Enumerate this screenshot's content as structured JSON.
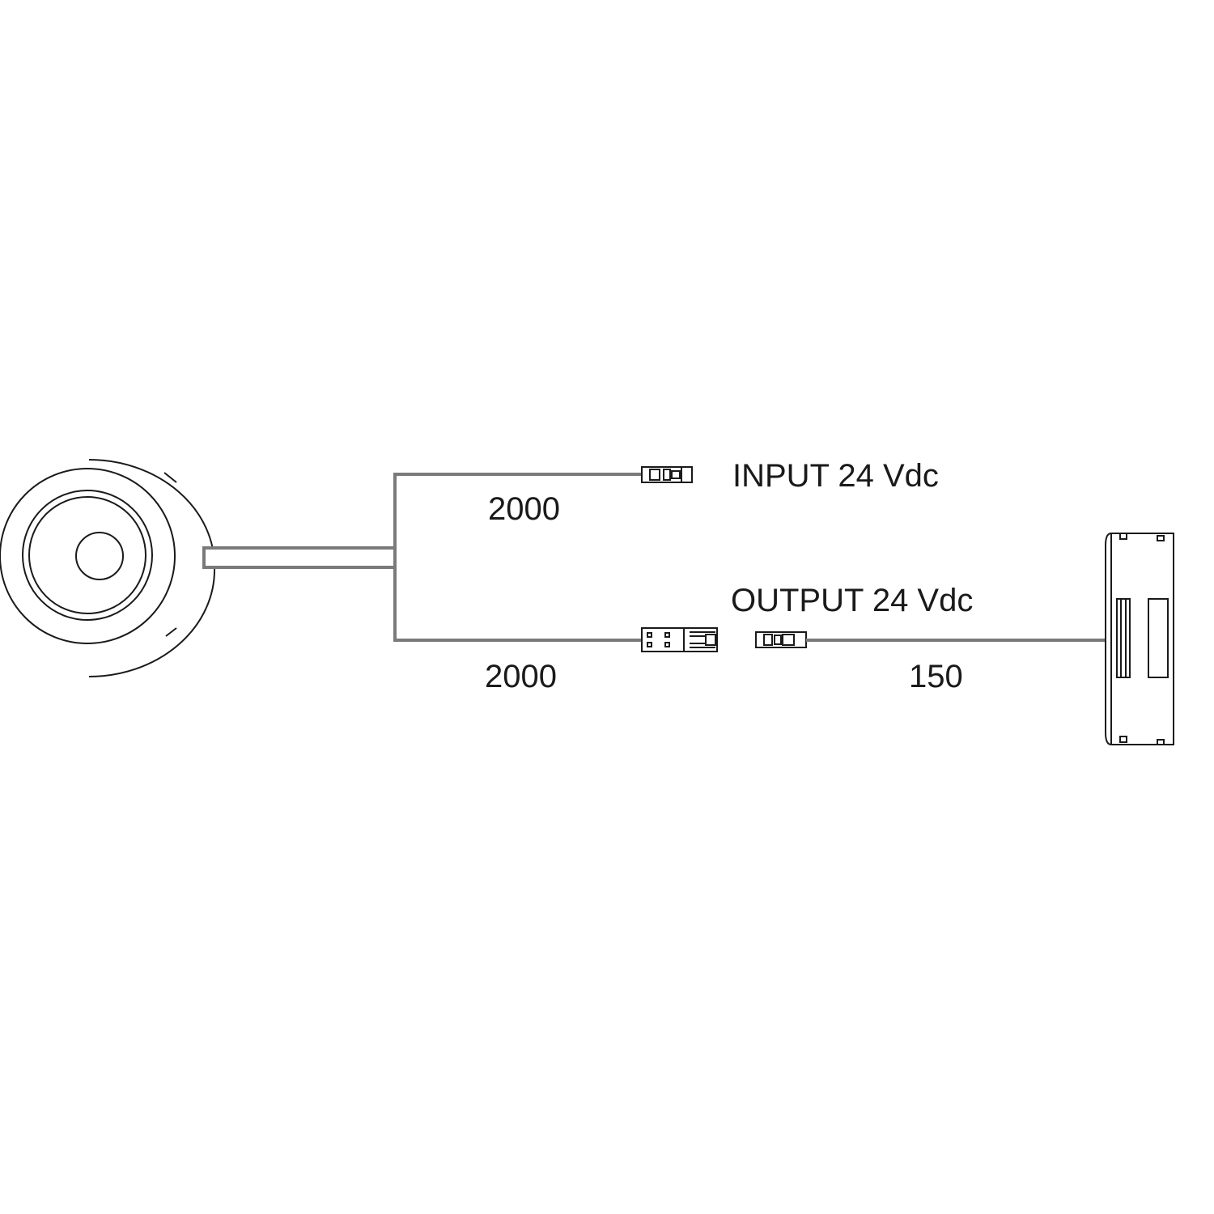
{
  "diagram": {
    "input_label": "INPUT 24 Vdc",
    "output_label": "OUTPUT 24 Vdc",
    "input_cable_length": "2000",
    "output_cable_length": "2000",
    "sensor_cable_length": "150"
  },
  "colors": {
    "line": "#1a1a1a",
    "cable": "#7a7a7a",
    "background": "#ffffff"
  }
}
